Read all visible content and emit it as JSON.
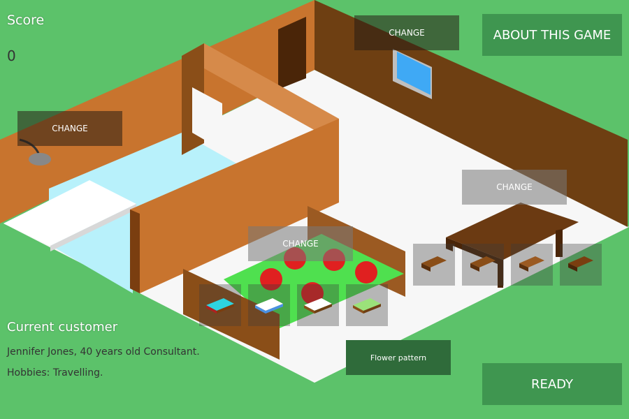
{
  "hud": {
    "score_label": "Score",
    "score_value": "0"
  },
  "buttons": {
    "about": "ABOUT THIS GAME",
    "ready": "READY",
    "change_top": "CHANGE",
    "change_left": "CHANGE",
    "change_right": "CHANGE",
    "change_bed": "CHANGE"
  },
  "customer": {
    "title": "Current customer",
    "description": "Jennifer Jones, 40 years old Consultant.",
    "hobbies": "Hobbies: Travelling."
  },
  "selection": {
    "pattern_label": "Flower pattern"
  },
  "bed_options": [
    "bed-cyan-icon",
    "bed-white-blue-icon",
    "bed-white-icon",
    "bed-green-pattern-icon"
  ],
  "table_options": [
    "table-1-icon",
    "table-2-icon",
    "table-3-icon",
    "table-4-icon"
  ],
  "colors": {
    "grass": "#5cc26a",
    "wall_light": "#c8742e",
    "wall_dark": "#6e3f12",
    "floor": "#f8f8f8",
    "bed_green": "#4fe04f",
    "flower_red": "#e02020",
    "button_green": "#3f9650"
  }
}
